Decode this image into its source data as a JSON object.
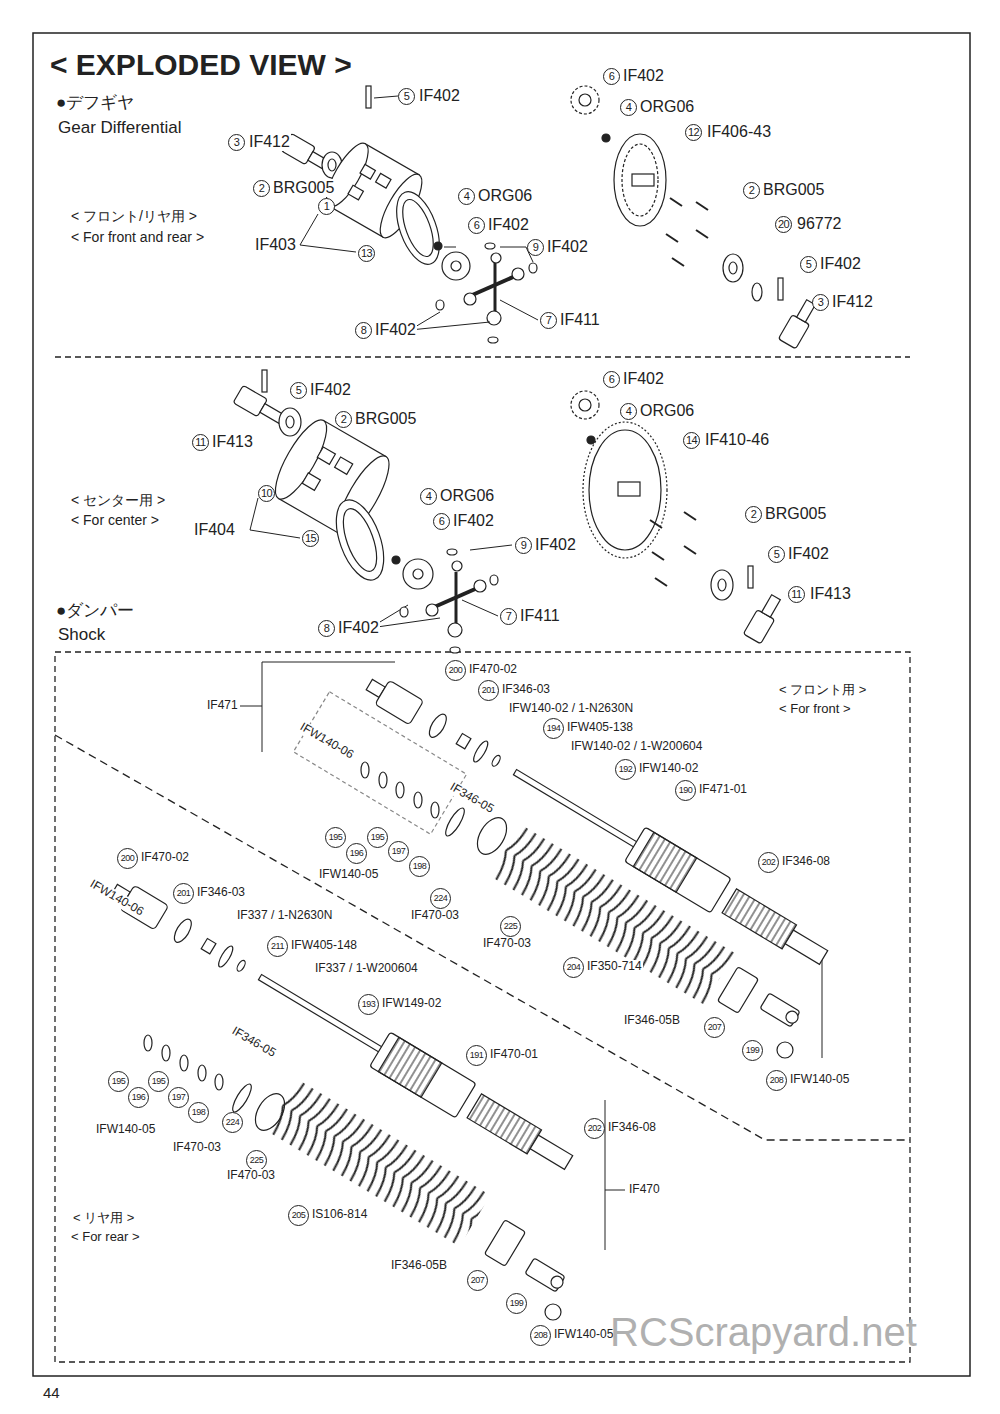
{
  "diagram": {
    "title": "< EXPLODED VIEW >",
    "labels": [
      "●デフギヤ",
      "Gear Differential",
      "< フロント/リヤ用 >",
      "< For front and rear >",
      "5",
      "IF402",
      "3",
      "IF412",
      "2",
      "BRG005",
      "1",
      "IF403",
      "13",
      "4",
      "ORG06",
      "6",
      "IF402",
      "9",
      "IF402",
      "8",
      "IF402",
      "7",
      "IF411",
      "6",
      "IF402",
      "4",
      "ORG06",
      "12",
      "IF406-43",
      "2",
      "BRG005",
      "20",
      "96772",
      "5",
      "IF402",
      "3",
      "IF412",
      "5",
      "IF402",
      "2",
      "BRG005",
      "11",
      "IF413",
      "< センター用 >",
      "< For center >",
      "10",
      "IF404",
      "15",
      "4",
      "ORG06",
      "6",
      "IF402",
      "9",
      "IF402",
      "7",
      "IF411",
      "8",
      "IF402",
      "6",
      "IF402",
      "4",
      "ORG06",
      "14",
      "IF410-46",
      "2",
      "BRG005",
      "5",
      "IF402",
      "11",
      "IF413",
      "●ダンパー",
      "Shock",
      "IF471",
      "200",
      "IF470-02",
      "201",
      "IF346-03",
      "IFW140-02 / 1-N2630N",
      "194",
      "IFW405-138",
      "IFW140-02 / 1-W200604",
      "192",
      "IFW140-02",
      "190",
      "IF471-01",
      "< フロント用 >",
      "< For front >",
      "IFW140-06",
      "IF346-05",
      "195",
      "196",
      "195",
      "197",
      "198",
      "IFW140-05",
      "224",
      "IF470-03",
      "225",
      "IF470-03",
      "202",
      "IF346-08",
      "204",
      "IF350-714",
      "IF346-05B",
      "207",
      "199",
      "208",
      "IFW140-05",
      "200",
      "IF470-02",
      "201",
      "IF346-03",
      "IF337 / 1-N2630N",
      "211",
      "IFW405-148",
      "IF337 / 1-W200604",
      "193",
      "IFW149-02",
      "IFW140-06",
      "IF346-05",
      "191",
      "IF470-01",
      "195",
      "196",
      "195",
      "197",
      "198",
      "IFW140-05",
      "224",
      "IF470-03",
      "225",
      "IF470-03",
      "202",
      "IF346-08",
      "IF470",
      "205",
      "IS106-814",
      "< リヤ用 >",
      "< For rear >",
      "IF346-05B",
      "207",
      "199",
      "208",
      "IFW140-05",
      "RCScrapyard.net",
      "44"
    ]
  }
}
